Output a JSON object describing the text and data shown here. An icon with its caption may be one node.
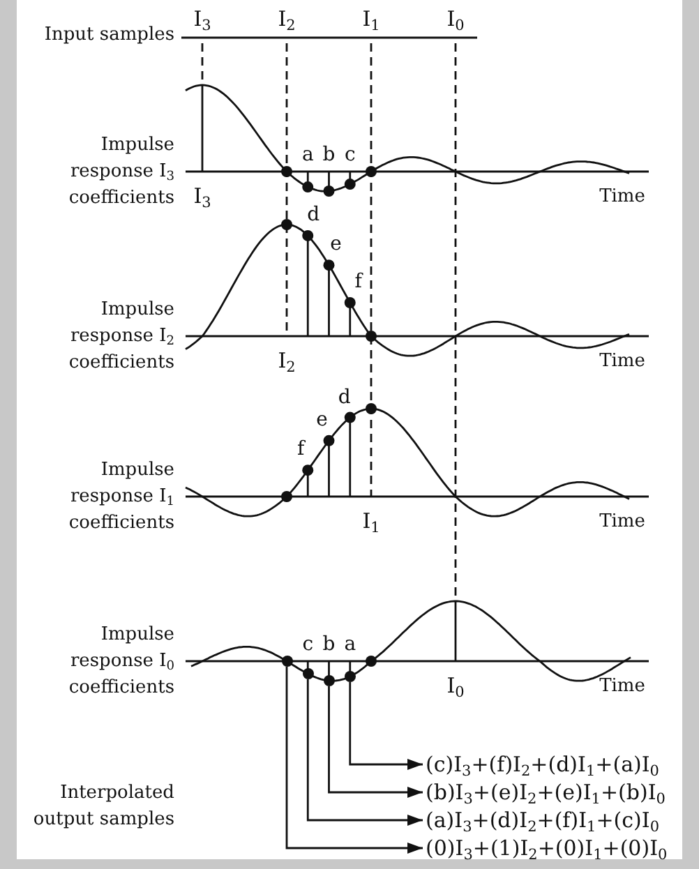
{
  "diagram": {
    "nodes": [
      {
        "text": [],
        "shape": "circle"
      },
      {
        "text": [],
        "shape": "circle",
        "beside": [
          "c"
        ]
      },
      {
        "text": [],
        "shape": "circle",
        "beside": [
          "b"
        ]
      },
      {
        "text": [],
        "shape": "circle",
        "beside": [
          "a"
        ]
      },
      {
        "text": [
          "(c)I$_{3}$+(f)I$_{2}$+(d)I$_{1}$+(a)I$_{0}$"
        ]
      },
      {
        "text": [
          "(b)I$_{3}$+(e)I$_{2}$+(e)I$_{1}$+(b)I$_{0}$"
        ]
      },
      {
        "text": [
          "(a)I$_{3}$+(d)I$_{2}$+(f)I$_{1}$+(c)I$_{0}$"
        ]
      },
      {
        "text": [
          "(0)I$_{3}$+(1)I$_{2}$+(0)I$_{1}$+(0)I$_{0}$"
        ]
      }
    ],
    "edges": [
      {
        "from": 3,
        "to": 4,
        "arrow": "to"
      },
      {
        "from": 2,
        "to": 5,
        "arrow": "to"
      },
      {
        "from": 1,
        "to": 6,
        "arrow": "to"
      },
      {
        "from": 0,
        "to": 7,
        "arrow": "to"
      }
    ],
    "labels": [
      "I$_{3}$",
      "I$_{2}$",
      "I$_{1}$",
      "I$_{0}$",
      "Input samples",
      "a",
      "b",
      "c",
      "Impulse response I$_{3}$ coefficients",
      "I$_{3}$",
      "Time",
      "d",
      "e",
      "f",
      "Impulse response I$_{2}$ coefficients",
      "I$_{2}$",
      "Time",
      "f",
      "e",
      "d",
      "Impulse response I$_{1}$ coefficients",
      "I$_{1}$",
      "Time",
      "Impulse response I$_{0}$ coefficients",
      "I$_{0}$",
      "Time",
      "Interpolated output samples"
    ]
  }
}
